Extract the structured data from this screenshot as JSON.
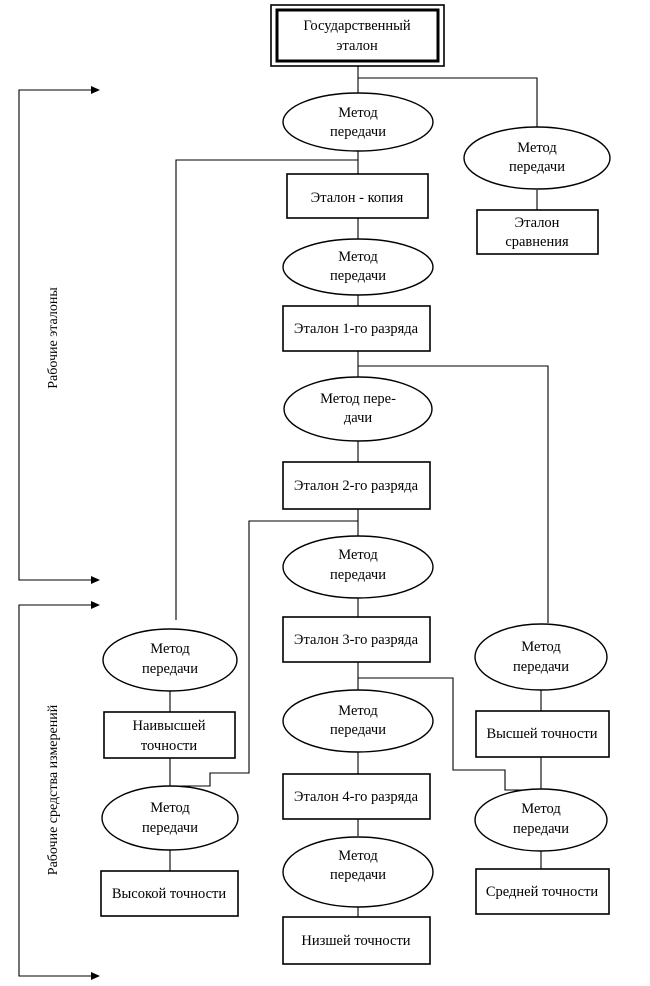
{
  "diagram": {
    "side_labels": {
      "working_standards": "Рабочие эталоны",
      "working_instruments": "Рабочие средства измерений"
    },
    "nodes": {
      "state_standard": [
        "Государственный",
        "эталон"
      ],
      "method_1": [
        "Метод",
        "передачи"
      ],
      "method_comparison": [
        "Метод",
        "передачи"
      ],
      "standard_copy": [
        "Эталон - копия"
      ],
      "comparison_standard": [
        "Эталон",
        "сравнения"
      ],
      "method_2": [
        "Метод",
        "передачи"
      ],
      "standard_rank_1": [
        "Эталон 1-го разряда"
      ],
      "method_3": [
        "Метод пере-",
        "дачи"
      ],
      "standard_rank_2": [
        "Эталон 2-го разряда"
      ],
      "method_4": [
        "Метод",
        "передачи"
      ],
      "standard_rank_3": [
        "Эталон 3-го разряда"
      ],
      "method_5": [
        "Метод",
        "передачи"
      ],
      "standard_rank_4": [
        "Эталон 4-го разряда"
      ],
      "method_6": [
        "Метод",
        "передачи"
      ],
      "lowest_accuracy": [
        "Низшей точности"
      ],
      "method_left_1": [
        "Метод",
        "передачи"
      ],
      "highest_accuracy": [
        "Наивысшей",
        "точности"
      ],
      "method_left_2": [
        "Метод",
        "передачи"
      ],
      "high_accuracy": [
        "Высокой точности"
      ],
      "method_right_1": [
        "Метод",
        "передачи"
      ],
      "higher_accuracy": [
        "Высшей точности"
      ],
      "method_right_2": [
        "Метод",
        "передачи"
      ],
      "medium_accuracy": [
        "Средней точности"
      ]
    }
  }
}
